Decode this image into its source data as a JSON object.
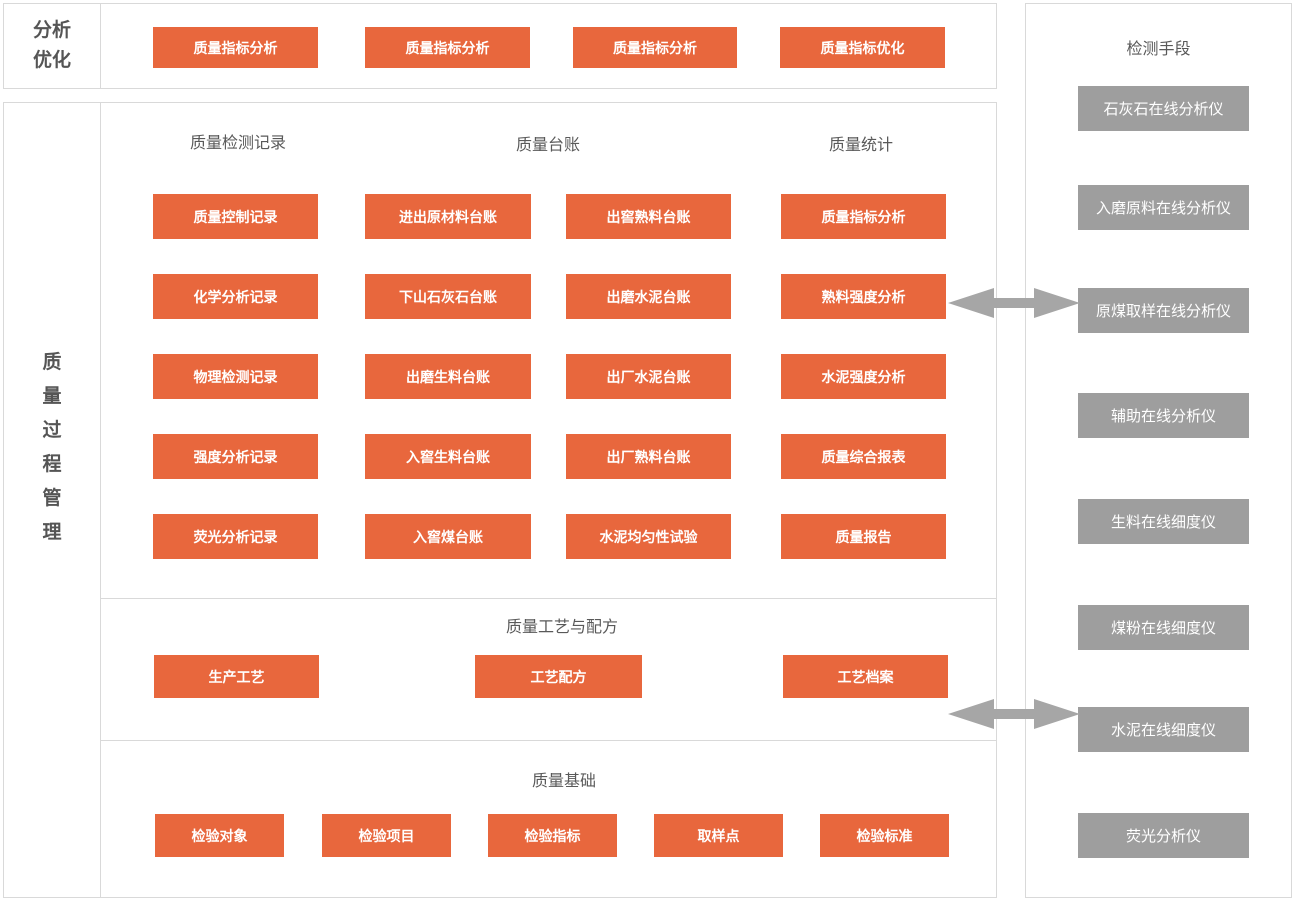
{
  "colors": {
    "accent_orange": "#e8673d",
    "instrument_gray": "#9e9e9e",
    "border_gray": "#d9d9d9",
    "heading_gray": "#595959",
    "arrow_gray": "#a6a6a6"
  },
  "top_band": {
    "label_lines": [
      "分析",
      "优化"
    ],
    "buttons": [
      "质量指标分析",
      "质量指标分析",
      "质量指标分析",
      "质量指标优化"
    ]
  },
  "main": {
    "side_label": "质量过程管理",
    "records": {
      "headers": [
        "质量检测记录",
        "质量台账",
        "质量统计"
      ],
      "columns": [
        {
          "items": [
            "质量控制记录",
            "化学分析记录",
            "物理检测记录",
            "强度分析记录",
            "荧光分析记录"
          ]
        },
        {
          "items": [
            "进出原材料台账",
            "下山石灰石台账",
            "出磨生料台账",
            "入窖生料台账",
            "入窖煤台账"
          ]
        },
        {
          "items": [
            "出窖熟料台账",
            "出磨水泥台账",
            "出厂水泥台账",
            "出厂熟料台账",
            "水泥均匀性试验"
          ]
        },
        {
          "items": [
            "质量指标分析",
            "熟料强度分析",
            "水泥强度分析",
            "质量综合报表",
            "质量报告"
          ]
        }
      ]
    },
    "process": {
      "header": "质量工艺与配方",
      "buttons": [
        "生产工艺",
        "工艺配方",
        "工艺档案"
      ]
    },
    "basic": {
      "header": "质量基础",
      "buttons": [
        "检验对象",
        "检验项目",
        "检验指标",
        "取样点",
        "检验标准"
      ]
    }
  },
  "right_panel": {
    "header": "检测手段",
    "buttons": [
      "石灰石在线分析仪",
      "入磨原料在线分析仪",
      "原煤取样在线分析仪",
      "辅助在线分析仪",
      "生料在线细度仪",
      "煤粉在线细度仪",
      "水泥在线细度仪",
      "荧光分析仪"
    ]
  }
}
